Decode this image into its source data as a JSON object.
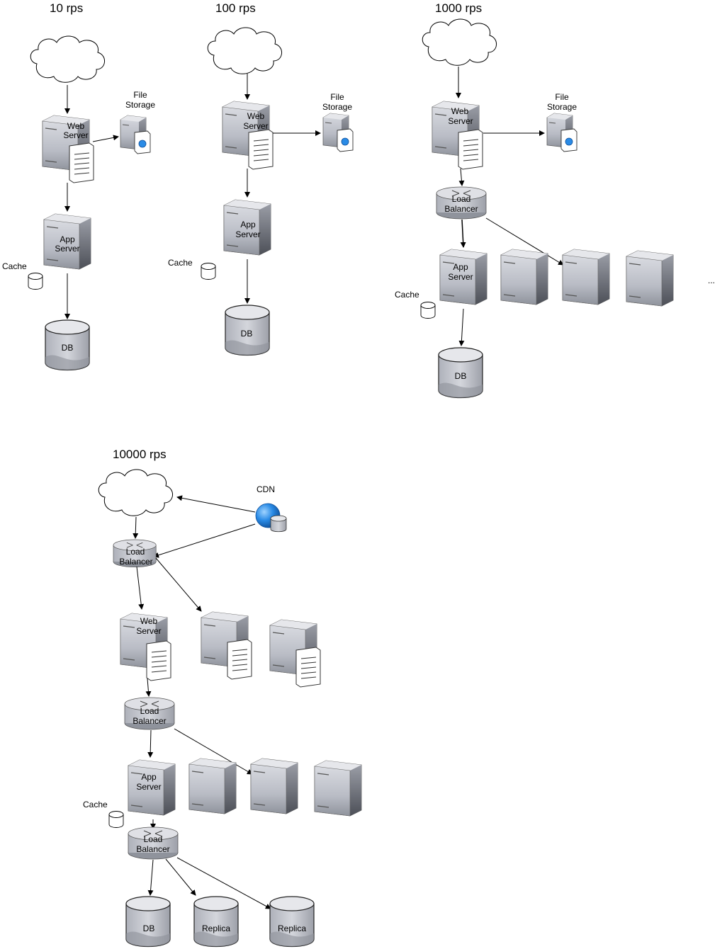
{
  "titles": {
    "rps10": "10 rps",
    "rps100": "100 rps",
    "rps1000": "1000 rps",
    "rps10000": "10000 rps"
  },
  "labels": {
    "web_server_1": "Web",
    "web_server_2": "Server",
    "app_server_1": "App",
    "app_server_2": "Server",
    "file_storage_1": "File",
    "file_storage_2": "Storage",
    "cache": "Cache",
    "db": "DB",
    "replica": "Replica",
    "load_balancer_1": "Load",
    "load_balancer_2": "Balancer",
    "cdn": "CDN",
    "ellipsis": "..."
  },
  "colors": {
    "server_front": "#c7c9d0",
    "server_side": "#6c6f77",
    "server_top": "#e3e4e8",
    "db_fill": "#c9cbd3",
    "cloud_stroke": "#000000",
    "globe": "#1e88e5",
    "arrow": "#000000"
  }
}
